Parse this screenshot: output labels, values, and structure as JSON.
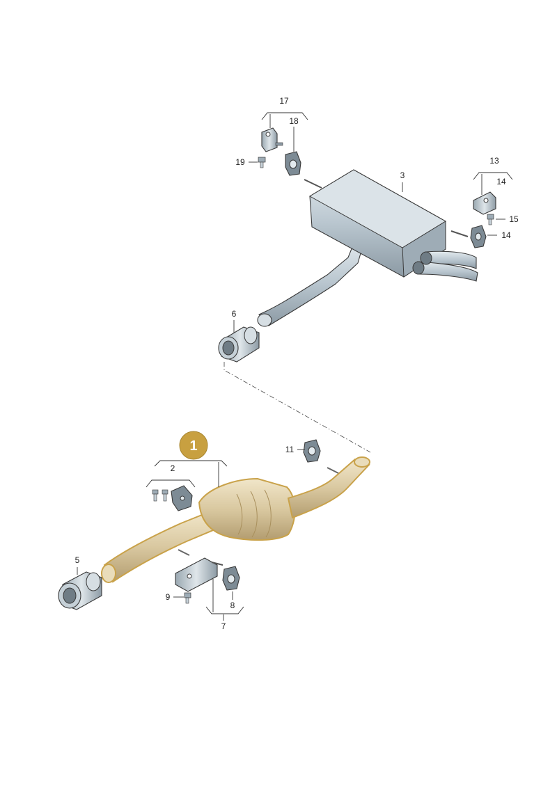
{
  "highlight_color": "#c9a24a",
  "badge_color": "#c8a040",
  "part_color": "#b9c6cf",
  "callouts": {
    "main": "1",
    "c2": "2",
    "c3": "3",
    "c5": "5",
    "c6": "6",
    "c7": "7",
    "c8": "8",
    "c9": "9",
    "c11": "11",
    "c13": "13",
    "c14a": "14",
    "c14b": "14",
    "c15": "15",
    "c17": "17",
    "c18": "18",
    "c19": "19"
  }
}
